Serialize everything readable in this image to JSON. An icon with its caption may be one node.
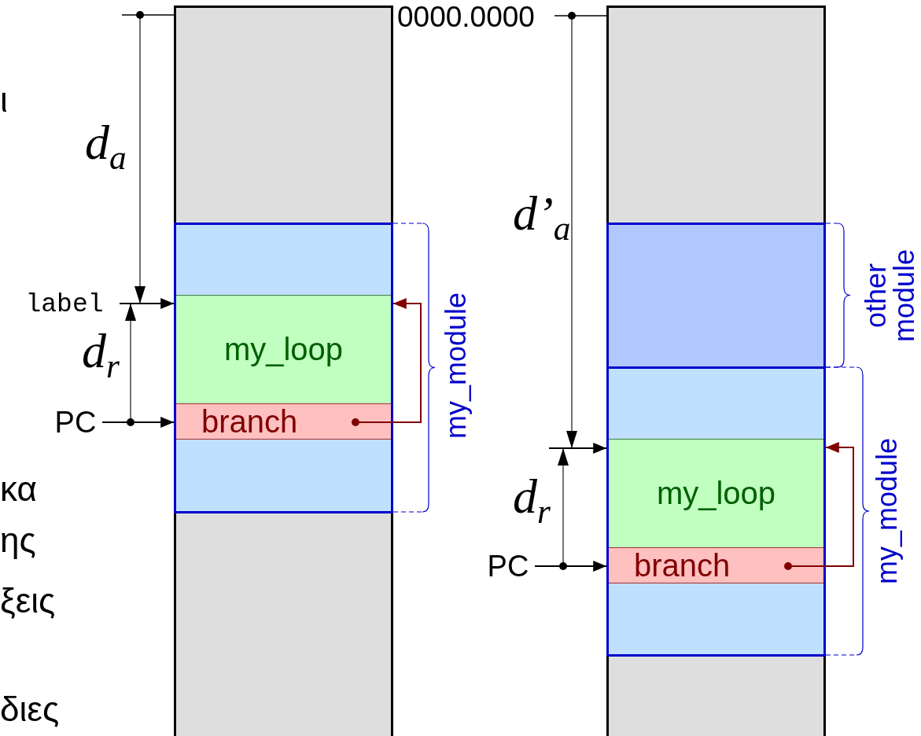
{
  "diagram": {
    "nodes": [
      {
        "text": [],
        "shape": "bar"
      },
      {
        "text": [],
        "shape": "box",
        "in": 0,
        "beside": [
          "my_module"
        ]
      },
      {
        "text": [
          "my_loop"
        ],
        "in": 1
      },
      {
        "text": [
          "branch"
        ],
        "in": 1
      },
      {
        "text": [
          "label"
        ]
      },
      {
        "text": [
          "PC"
        ]
      },
      {
        "text": [],
        "shape": "bar"
      },
      {
        "text": [],
        "shape": "box",
        "in": 6,
        "beside": [
          "other module"
        ]
      },
      {
        "text": [],
        "shape": "box",
        "in": 6,
        "beside": [
          "my_module"
        ]
      },
      {
        "text": [
          "my_loop"
        ],
        "in": 8
      },
      {
        "text": [
          "branch"
        ],
        "in": 8
      },
      {
        "text": [
          "PC"
        ]
      }
    ],
    "edges": [
      {
        "from": 4,
        "to": 2,
        "arrow": "to"
      },
      {
        "from": 5,
        "to": 3,
        "arrow": "to"
      },
      {
        "from": 3,
        "to": 2,
        "arrow": "to",
        "color": "#800000"
      },
      {
        "from": null,
        "to": 9,
        "arrow": "to"
      },
      {
        "from": 11,
        "to": 10,
        "arrow": "to"
      },
      {
        "from": 10,
        "to": 9,
        "arrow": "to",
        "color": "#800000"
      }
    ],
    "labels": [
      "0000.0000",
      "ι",
      "d$_{a}$",
      "d’$_{a}$",
      "d$_{r}$",
      "κα",
      "ης",
      "d$_{r}$",
      "ξεις",
      "διες"
    ]
  }
}
